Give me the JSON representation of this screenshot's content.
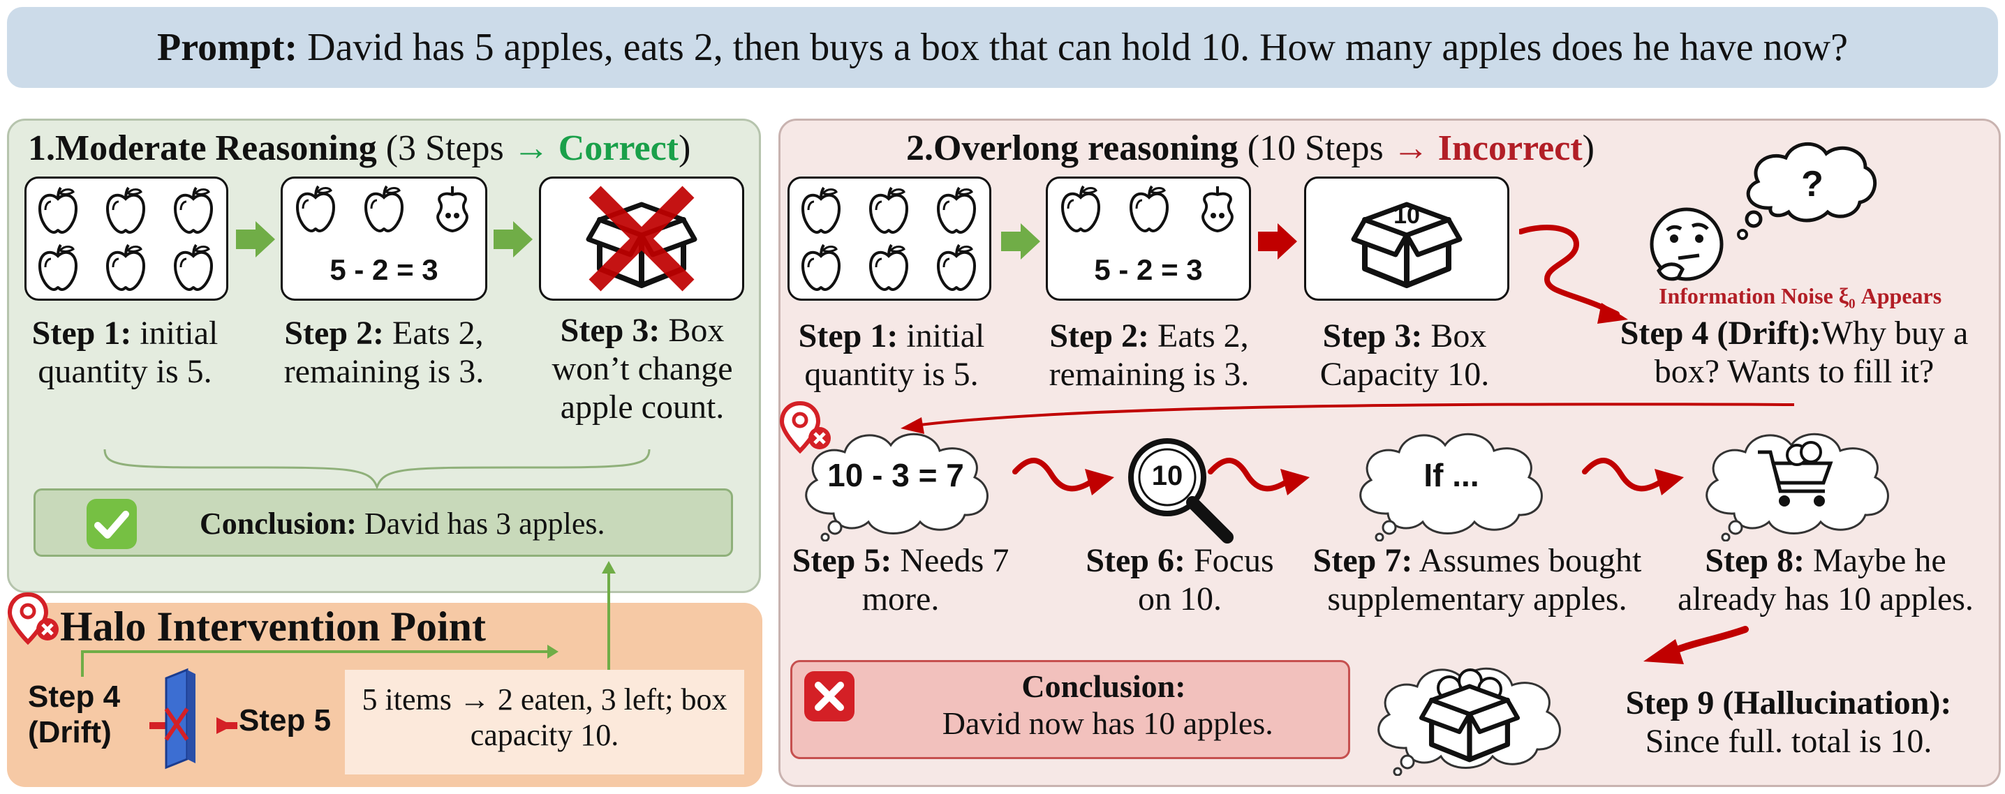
{
  "prompt": {
    "label": "Prompt:",
    "text": " David has 5 apples, eats 2, then buys a box that can hold 10. How many apples does he have now?"
  },
  "left_panel": {
    "title_main": "1.Moderate Reasoning",
    "title_open": " (3 Steps ",
    "title_arrow": "→ ",
    "title_result": "Correct",
    "title_close": ")",
    "step2_equation": "5 - 2 = 3",
    "steps": [
      {
        "label": "Step 1:",
        "text": " initial quantity is 5."
      },
      {
        "label": "Step 2:",
        "text": " Eats 2, remaining is 3."
      },
      {
        "label": "Step 3:",
        "text": " Box won’t change apple count."
      }
    ],
    "conclusion_label": "Conclusion:",
    "conclusion_text": " David has 3 apples."
  },
  "halo": {
    "title": "Halo Intervention Point",
    "from_step": "Step 4 (Drift)",
    "to_step": "Step 5",
    "box_text": "5 items → 2 eaten, 3 left; box capacity 10."
  },
  "right_panel": {
    "title_main": "2.Overlong reasoning",
    "title_open": " (10 Steps ",
    "title_arrow": "→ ",
    "title_result": "Incorrect",
    "title_close": ")",
    "step2_equation": "5 - 2 = 3",
    "box_number": "10",
    "noise_label": "Information Noise ξ₀ Appears",
    "thought_mark": "?",
    "step5_equation": "10 - 3 = 7",
    "magnifier_number": "10",
    "step7_cloud": "If ...",
    "steps": [
      {
        "label": "Step 1:",
        "text": " initial quantity is 5."
      },
      {
        "label": "Step 2:",
        "text": " Eats 2, remaining is 3."
      },
      {
        "label": "Step 3:",
        "text": " Box Capacity 10."
      },
      {
        "label": "Step 4 (Drift):",
        "text": "Why buy a box? Wants to fill it?"
      },
      {
        "label": "Step 5:",
        "text": " Needs 7 more."
      },
      {
        "label": "Step 6:",
        "text": " Focus on 10."
      },
      {
        "label": "Step 7:",
        "text": " Assumes bought supplementary apples."
      },
      {
        "label": "Step 8:",
        "text": " Maybe he already has 10 apples."
      },
      {
        "label": "Step 9 (Hallucination):",
        "text": " Since full. total is 10."
      }
    ],
    "conclusion_label": "Conclusion:",
    "conclusion_text": " David now has 10 apples."
  },
  "colors": {
    "correct": "#1aa04a",
    "incorrect": "#b21e26",
    "arrow_green": "#70ad47",
    "arrow_red": "#c00000",
    "halo_bg": "#f6c9a5",
    "prompt_bg": "#ccdbe9"
  },
  "icons": [
    "apple-icon",
    "bitten-apple-icon",
    "crossed-box-icon",
    "box-icon",
    "thinking-face-icon",
    "location-pin-icon",
    "magnifier-icon",
    "cart-icon",
    "check-icon",
    "x-icon",
    "barrier-icon"
  ]
}
